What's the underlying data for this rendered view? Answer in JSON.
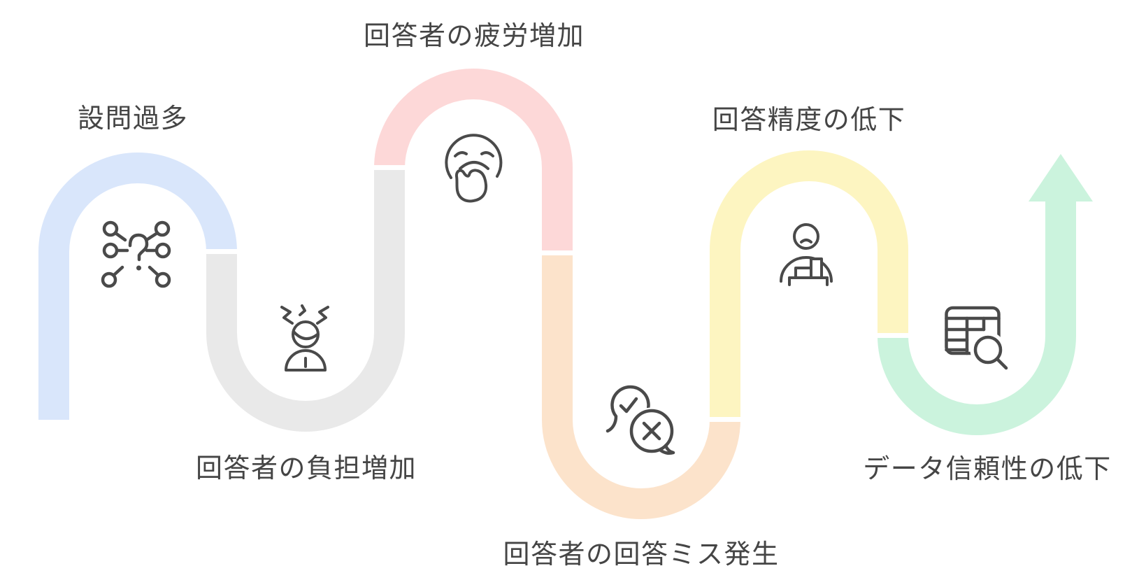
{
  "diagram": {
    "type": "serpentine-flow",
    "steps": [
      {
        "label": "設問過多",
        "icon": "question-network-icon",
        "color": "#d9e6fb"
      },
      {
        "label": "回答者の負担増加",
        "icon": "stressed-person-icon",
        "color": "#e9e9e9"
      },
      {
        "label": "回答者の疲労増加",
        "icon": "yawning-face-icon",
        "color": "#fdd8d8"
      },
      {
        "label": "回答者の回答ミス発生",
        "icon": "speech-bubbles-check-cross-icon",
        "color": "#fce3cb"
      },
      {
        "label": "回答精度の低下",
        "icon": "person-declining-bars-icon",
        "color": "#fdf5c1"
      },
      {
        "label": "データ信頼性の低下",
        "icon": "table-magnifier-icon",
        "color": "#cbf3dd"
      }
    ],
    "arrow_color": "#cbf3dd",
    "colors": {
      "background": "#ffffff",
      "label_text": "#454545",
      "icon_stroke": "#4a4a4a"
    }
  }
}
